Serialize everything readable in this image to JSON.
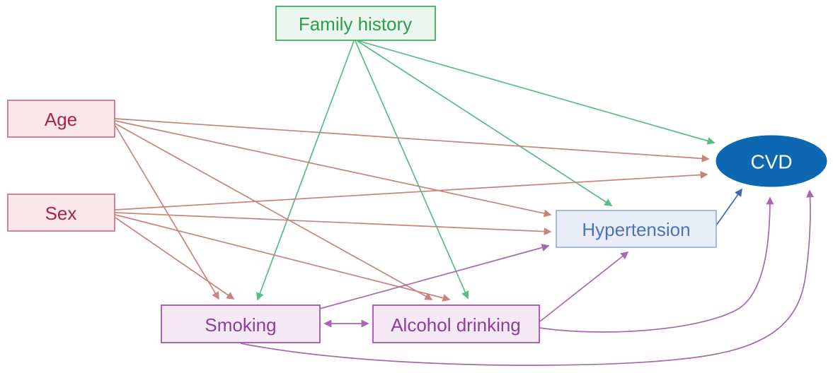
{
  "diagram": {
    "type": "causal-dag",
    "palette": {
      "edge_red": "#c8837c",
      "edge_green": "#56bd87",
      "edge_purple": "#a668ae",
      "edge_blue": "#4067b1",
      "agesex_fill": "#f9e7ec",
      "agesex_border": "#c9798c",
      "agesex_text": "#a62642",
      "family_fill": "#eaf6ee",
      "family_border": "#3fae63",
      "family_text": "#2c9c50",
      "lifestyle_fill": "#f6e9f6",
      "lifestyle_border": "#a653ae",
      "lifestyle_text": "#8e3ca0",
      "hyp_fill": "#e8edf8",
      "hyp_border": "#9db1d9",
      "hyp_text": "#4e73b5",
      "cvd_fill": "#0d68b1",
      "cvd_text": "#ffffff"
    },
    "nodes": {
      "family_history": {
        "label": "Family history",
        "shape": "rectangle",
        "color_group": "green"
      },
      "age": {
        "label": "Age",
        "shape": "rectangle",
        "color_group": "red"
      },
      "sex": {
        "label": "Sex",
        "shape": "rectangle",
        "color_group": "red"
      },
      "smoking": {
        "label": "Smoking",
        "shape": "rectangle",
        "color_group": "purple"
      },
      "alcohol": {
        "label": "Alcohol drinking",
        "shape": "rectangle",
        "color_group": "purple"
      },
      "hypertension": {
        "label": "Hypertension",
        "shape": "rectangle",
        "color_group": "blue"
      },
      "cvd": {
        "label": "CVD",
        "shape": "ellipse",
        "color_group": "blue"
      }
    },
    "edges": [
      {
        "from": "Family history",
        "to": "Smoking",
        "color": "green",
        "direction": "one-way"
      },
      {
        "from": "Family history",
        "to": "Alcohol drinking",
        "color": "green",
        "direction": "one-way"
      },
      {
        "from": "Family history",
        "to": "Hypertension",
        "color": "green",
        "direction": "one-way"
      },
      {
        "from": "Family history",
        "to": "CVD",
        "color": "green",
        "direction": "one-way"
      },
      {
        "from": "Age",
        "to": "Smoking",
        "color": "red",
        "direction": "one-way"
      },
      {
        "from": "Age",
        "to": "Alcohol drinking",
        "color": "red",
        "direction": "one-way"
      },
      {
        "from": "Age",
        "to": "Hypertension",
        "color": "red",
        "direction": "one-way"
      },
      {
        "from": "Age",
        "to": "CVD",
        "color": "red",
        "direction": "one-way"
      },
      {
        "from": "Sex",
        "to": "Smoking",
        "color": "red",
        "direction": "one-way"
      },
      {
        "from": "Sex",
        "to": "Alcohol drinking",
        "color": "red",
        "direction": "one-way"
      },
      {
        "from": "Sex",
        "to": "Hypertension",
        "color": "red",
        "direction": "one-way"
      },
      {
        "from": "Sex",
        "to": "CVD",
        "color": "red",
        "direction": "one-way"
      },
      {
        "from": "Smoking",
        "to": "Alcohol drinking",
        "color": "purple",
        "direction": "bidirectional"
      },
      {
        "from": "Smoking",
        "to": "Hypertension",
        "color": "purple",
        "direction": "one-way"
      },
      {
        "from": "Smoking",
        "to": "CVD",
        "color": "purple",
        "direction": "one-way"
      },
      {
        "from": "Alcohol drinking",
        "to": "Hypertension",
        "color": "purple",
        "direction": "one-way"
      },
      {
        "from": "Alcohol drinking",
        "to": "CVD",
        "color": "purple",
        "direction": "one-way"
      },
      {
        "from": "Hypertension",
        "to": "CVD",
        "color": "blue",
        "direction": "one-way"
      }
    ]
  }
}
